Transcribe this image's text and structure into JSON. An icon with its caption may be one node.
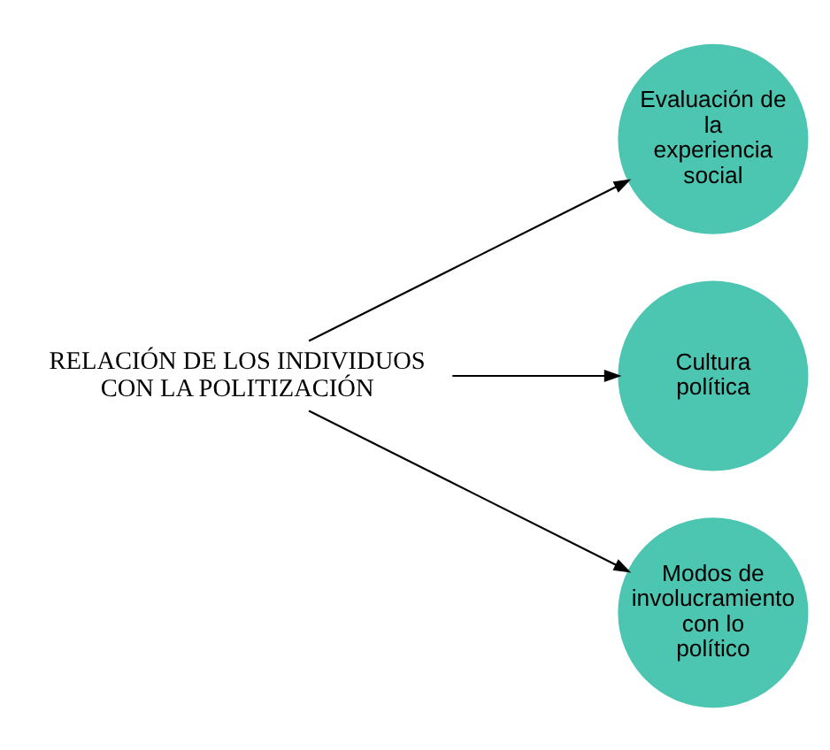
{
  "diagram": {
    "nodes": [
      {
        "text": [
          "RELACIÓN DE LOS INDIVIDUOS CON LA POLITIZACIÓN"
        ]
      },
      {
        "text": [
          "Evaluación de la experiencia social"
        ]
      },
      {
        "text": [
          "Cultura política"
        ]
      },
      {
        "text": [
          "Modos de involucramiento con lo político"
        ]
      }
    ],
    "edges": [
      {
        "from": 0,
        "to": 1,
        "arrow": "to"
      },
      {
        "from": 0,
        "to": 2,
        "arrow": "to"
      },
      {
        "from": 0,
        "to": 3,
        "arrow": "to"
      }
    ]
  }
}
